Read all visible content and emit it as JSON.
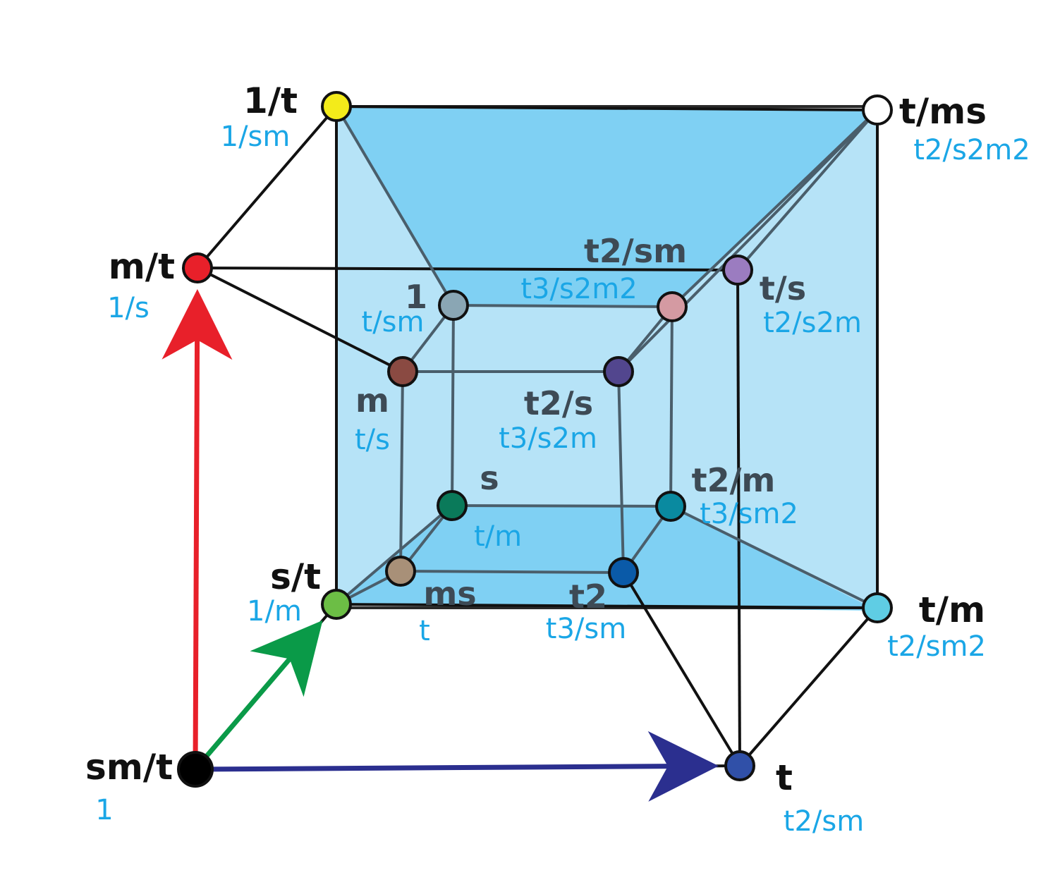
{
  "diagram": {
    "colors": {
      "cube_fill": "#7fd0f3",
      "cube_fill_light": "#b6e3f7",
      "edge_outer": "#111111",
      "edge_inner": "#4a5e6b",
      "sub_label": "#1aa6e6",
      "arrow_red": "#e8202a",
      "arrow_green": "#0a9a48",
      "arrow_blue": "#2b2f8f"
    },
    "nodes": [
      {
        "id": "origin",
        "main": "sm/t",
        "sub": "1",
        "color": "#000000"
      },
      {
        "id": "s_t",
        "main": "s/t",
        "sub": "1/m",
        "color": "#6cbe45"
      },
      {
        "id": "m_t",
        "main": "m/t",
        "sub": "1/s",
        "color": "#e8202a"
      },
      {
        "id": "one_t",
        "main": "1/t",
        "sub": "1/sm",
        "color": "#f3eb1a"
      },
      {
        "id": "t_ms",
        "main": "t/ms",
        "sub": "t2/s2m2",
        "color": "#ffffff"
      },
      {
        "id": "t_m",
        "main": "t/m",
        "sub": "t2/sm2",
        "color": "#5fcde4"
      },
      {
        "id": "t",
        "main": "t",
        "sub": "t2/sm",
        "color": "#3050a8"
      },
      {
        "id": "t_s",
        "main": "t/s",
        "sub": "t2/s2m",
        "color": "#9b7cc0"
      },
      {
        "id": "ms",
        "main": "ms",
        "sub": "t",
        "color": "#a89078"
      },
      {
        "id": "m",
        "main": "m",
        "sub": "t/s",
        "color": "#8a4a42"
      },
      {
        "id": "one",
        "main": "1",
        "sub": "t/sm",
        "color": "#8aa6b4"
      },
      {
        "id": "s",
        "main": "s",
        "sub": "t/m",
        "color": "#0a7a5a"
      },
      {
        "id": "t2",
        "main": "t2",
        "sub": "t3/sm",
        "color": "#0a5aa8"
      },
      {
        "id": "t2_s",
        "main": "t2/s",
        "sub": "t3/s2m",
        "color": "#52468e"
      },
      {
        "id": "t2_sm",
        "main": "t2/sm",
        "sub": "t3/s2m2",
        "color": "#d49aa2"
      },
      {
        "id": "t2_m",
        "main": "t2/m",
        "sub": "t3/sm2",
        "color": "#0a8aa0"
      }
    ],
    "edges_outer": [
      [
        "origin",
        "s_t"
      ],
      [
        "origin",
        "t"
      ],
      [
        "s_t",
        "one_t"
      ],
      [
        "one_t",
        "m_t"
      ],
      [
        "s_t",
        "t_m"
      ],
      [
        "t",
        "t_m"
      ],
      [
        "t",
        "t_s"
      ],
      [
        "t",
        "t2"
      ],
      [
        "m_t",
        "t_s"
      ],
      [
        "m_t",
        "m"
      ],
      [
        "t_m",
        "t_ms"
      ],
      [
        "one_t",
        "t_ms"
      ]
    ],
    "edges_inner": [
      [
        "ms",
        "m"
      ],
      [
        "m",
        "one"
      ],
      [
        "one",
        "t2_sm"
      ],
      [
        "t2_sm",
        "t2_s"
      ],
      [
        "t2_s",
        "m"
      ],
      [
        "one",
        "s"
      ],
      [
        "s",
        "t2_m"
      ],
      [
        "t2_m",
        "t2_sm"
      ],
      [
        "ms",
        "t2"
      ],
      [
        "t2",
        "t2_m"
      ],
      [
        "t2",
        "t2_s"
      ],
      [
        "ms",
        "s"
      ],
      [
        "s_t",
        "ms"
      ],
      [
        "s_t",
        "s"
      ],
      [
        "one_t",
        "one"
      ],
      [
        "t_ms",
        "t2_sm"
      ],
      [
        "t_ms",
        "t2_s"
      ],
      [
        "t_m",
        "t2_m"
      ],
      [
        "t_s",
        "t_ms"
      ]
    ],
    "arrows": [
      {
        "from": "origin",
        "to": "m_t",
        "color": "#e8202a"
      },
      {
        "from": "origin",
        "to": "s_t",
        "color": "#0a9a48"
      },
      {
        "from": "origin",
        "to": "t",
        "color": "#2b2f8f"
      }
    ]
  }
}
